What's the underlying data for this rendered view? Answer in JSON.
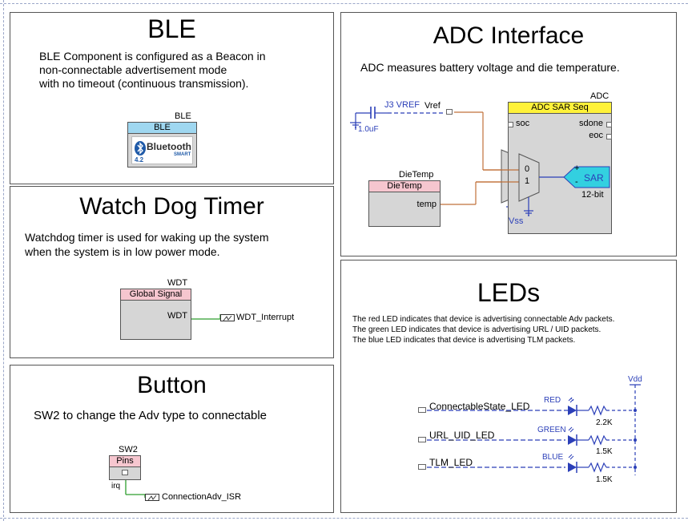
{
  "ble": {
    "title": "BLE",
    "desc": [
      "BLE Component is configured as a Beacon in",
      "non-connectable advertisement mode",
      "with no timeout (continuous transmission)."
    ],
    "instance": "BLE",
    "header": "BLE",
    "logo_text": "Bluetooth",
    "logo_sub": "SMART",
    "logo_ver": "4.2"
  },
  "wdt": {
    "title": "Watch Dog Timer",
    "desc": [
      "Watchdog timer is used for waking up the system",
      "when the system is in low power mode."
    ],
    "instance": "WDT",
    "header": "Global Signal",
    "pin": "WDT",
    "net": "WDT_Interrupt"
  },
  "button": {
    "title": "Button",
    "desc": "SW2 to change the Adv type to connectable",
    "instance": "SW2",
    "header": "Pins",
    "pin": "irq",
    "net": "ConnectionAdv_ISR"
  },
  "adc": {
    "title": "ADC Interface",
    "desc": "ADC measures battery voltage and die temperature.",
    "cap_label": "J3 VREF",
    "cap_value": "1.0uF",
    "vref": "Vref",
    "instance": "ADC",
    "header": "ADC SAR Seq",
    "soc": "soc",
    "sdone": "sdone",
    "eoc": "eoc",
    "mux0": "0",
    "mux1": "1",
    "sar": "SAR",
    "bits": "12-bit",
    "plus": "+",
    "minus": "-",
    "vss": "Vss",
    "dietemp_instance": "DieTemp",
    "dietemp_header": "DieTemp",
    "dietemp_pin": "temp"
  },
  "leds": {
    "title": "LEDs",
    "desc": [
      "The red LED indicates that device is advertising connectable Adv packets.",
      "The green LED indicates that device is advertising URL / UID packets.",
      "The blue LED indicates that device is advertising TLM packets."
    ],
    "vdd": "Vdd",
    "rows": [
      {
        "net": "ConnectableState_LED",
        "color_name": "RED",
        "res": "2.2K"
      },
      {
        "net": "URL_UID_LED",
        "color_name": "GREEN",
        "res": "1.5K"
      },
      {
        "net": "TLM_LED",
        "color_name": "BLUE",
        "res": "1.5K"
      }
    ]
  },
  "colors": {
    "wire_green": "#2e9e2e",
    "wire_orange": "#c0703a",
    "wire_blue": "#2b3fb8",
    "pink": "#f6c6cf",
    "light_blue": "#9fd7f0",
    "cyan": "#33d0e0",
    "yellow": "#fff23a",
    "component_gray": "#d6d6d6"
  }
}
